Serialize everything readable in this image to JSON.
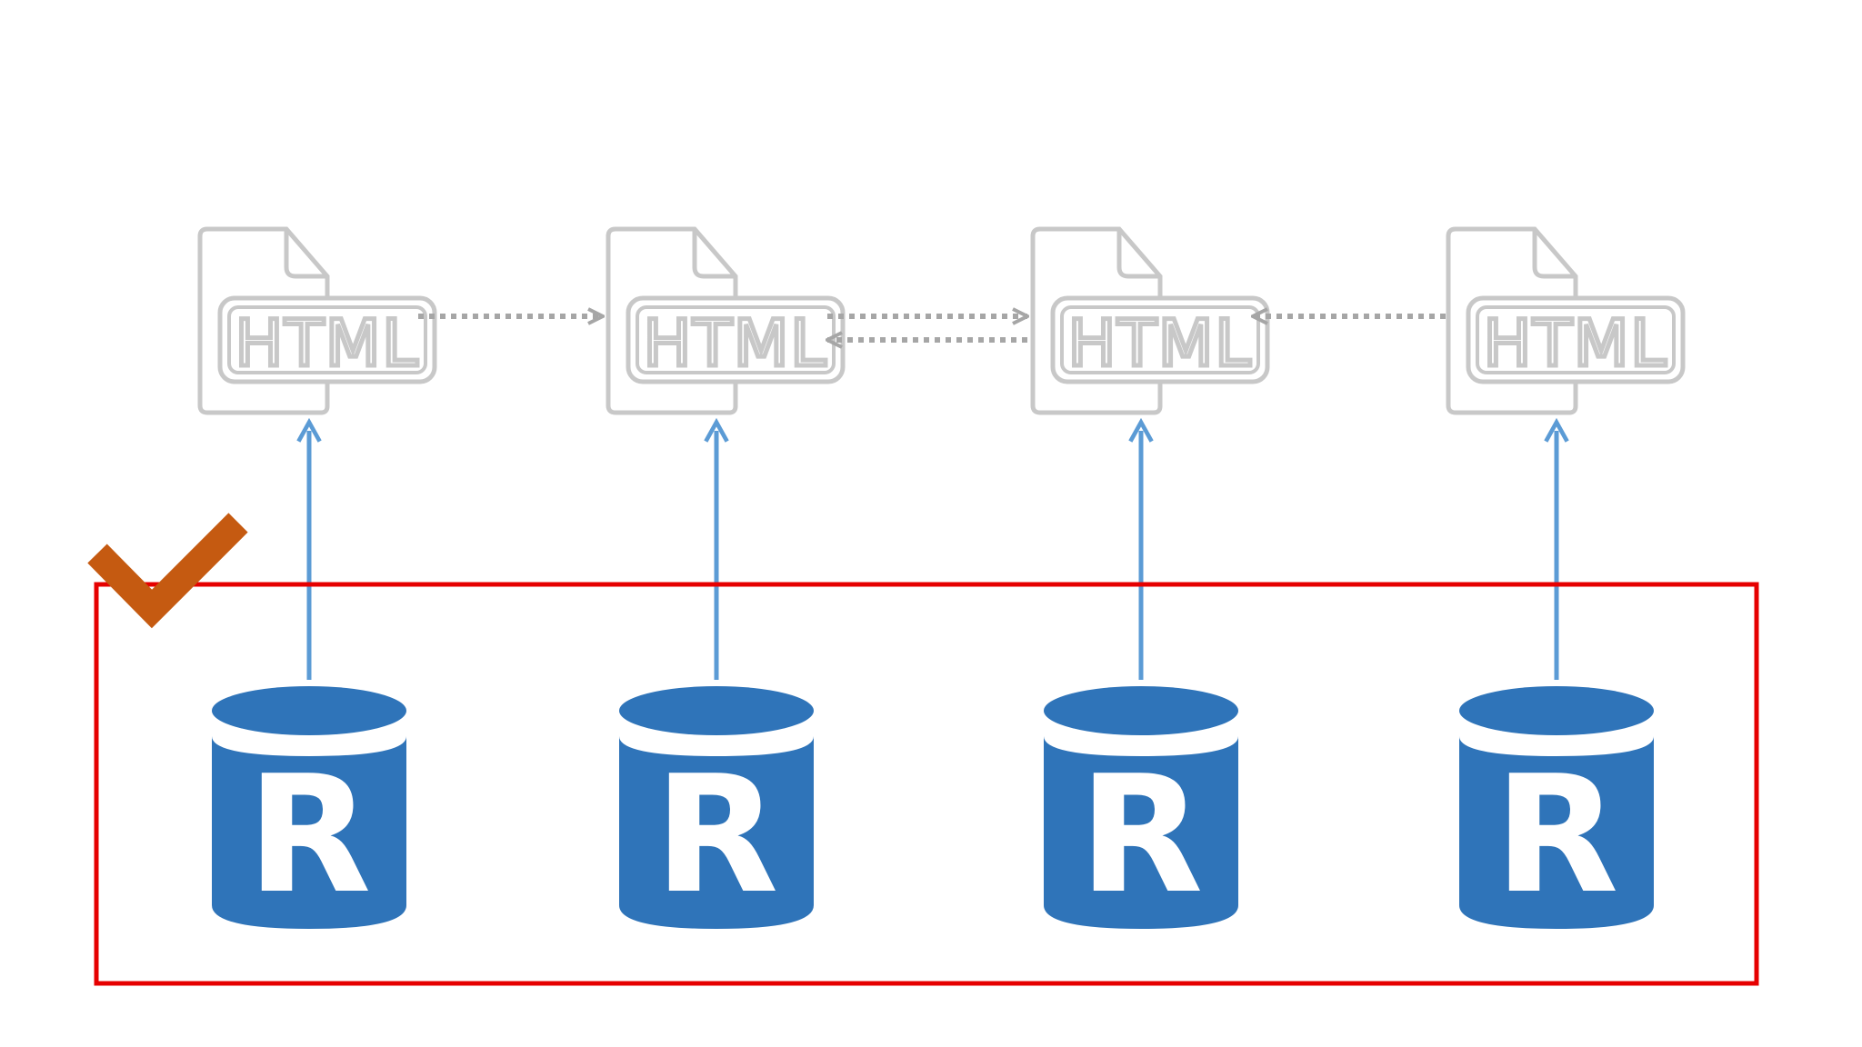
{
  "diagram": {
    "documents": [
      {
        "id": "doc-1",
        "label": "HTML"
      },
      {
        "id": "doc-2",
        "label": "HTML"
      },
      {
        "id": "doc-3",
        "label": "HTML"
      },
      {
        "id": "doc-4",
        "label": "HTML"
      }
    ],
    "databases": [
      {
        "id": "db-1",
        "label": "R"
      },
      {
        "id": "db-2",
        "label": "R"
      },
      {
        "id": "db-3",
        "label": "R"
      },
      {
        "id": "db-4",
        "label": "R"
      }
    ],
    "links": [
      {
        "from": "doc-1",
        "to": "doc-2",
        "style": "dotted"
      },
      {
        "from": "doc-2",
        "to": "doc-3",
        "style": "dotted"
      },
      {
        "from": "doc-3",
        "to": "doc-2",
        "style": "dotted"
      },
      {
        "from": "doc-4",
        "to": "doc-3",
        "style": "dotted"
      }
    ],
    "data_flows": [
      {
        "from": "db-1",
        "to": "doc-1"
      },
      {
        "from": "db-2",
        "to": "doc-2"
      },
      {
        "from": "db-3",
        "to": "doc-3"
      },
      {
        "from": "db-4",
        "to": "doc-4"
      }
    ],
    "highlight": "databases",
    "check_mark": "check-icon"
  },
  "colors": {
    "document_outline": "#c8c8c8",
    "dotted_link": "#a6a6a6",
    "flow_arrow": "#5b9bd5",
    "database_fill": "#2f74b9",
    "highlight_border": "#e60000",
    "check_mark": "#c55a11",
    "background": "#ffffff"
  }
}
